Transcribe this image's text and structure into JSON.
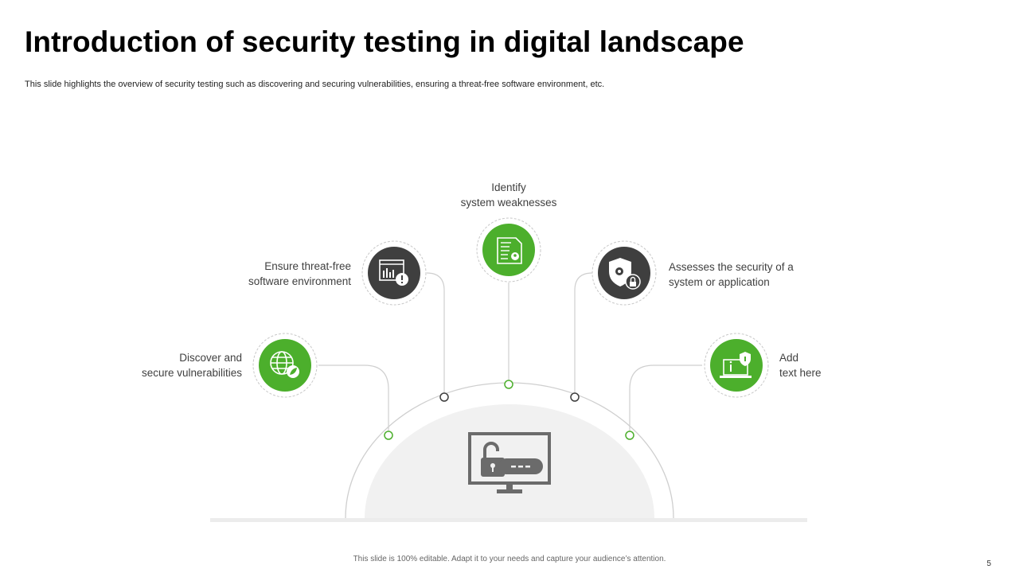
{
  "slide": {
    "title": "Introduction of security testing in digital landscape",
    "subtitle": "This slide highlights the overview of security testing such as discovering and securing vulnerabilities, ensuring a threat-free software environment, etc.",
    "footer": "This slide is 100% editable. Adapt it to your needs and capture your audience’s attention.",
    "page_number": "5"
  },
  "items": [
    {
      "line1": "Discover and",
      "line2": "secure vulnerabilities",
      "icon": "globe-shield-icon",
      "color": "#4caf2c"
    },
    {
      "line1": "Ensure threat-free",
      "line2": "software environment",
      "icon": "dashboard-alert-icon",
      "color": "#3f3f3f"
    },
    {
      "line1": "Identify",
      "line2": "system weaknesses",
      "icon": "report-document-icon",
      "color": "#4caf2c"
    },
    {
      "line1": "Assesses the security of a",
      "line2": "system or application",
      "icon": "shield-gear-lock-icon",
      "color": "#3f3f3f"
    },
    {
      "line1": "Add",
      "line2": "text here",
      "icon": "laptop-shield-icon",
      "color": "#4caf2c"
    }
  ],
  "center_icon": "monitor-unlocked-password-icon",
  "colors": {
    "green": "#4caf2c",
    "dark": "#3f3f3f",
    "arc": "#cfcfcf",
    "dome": "#f1f1f1"
  }
}
